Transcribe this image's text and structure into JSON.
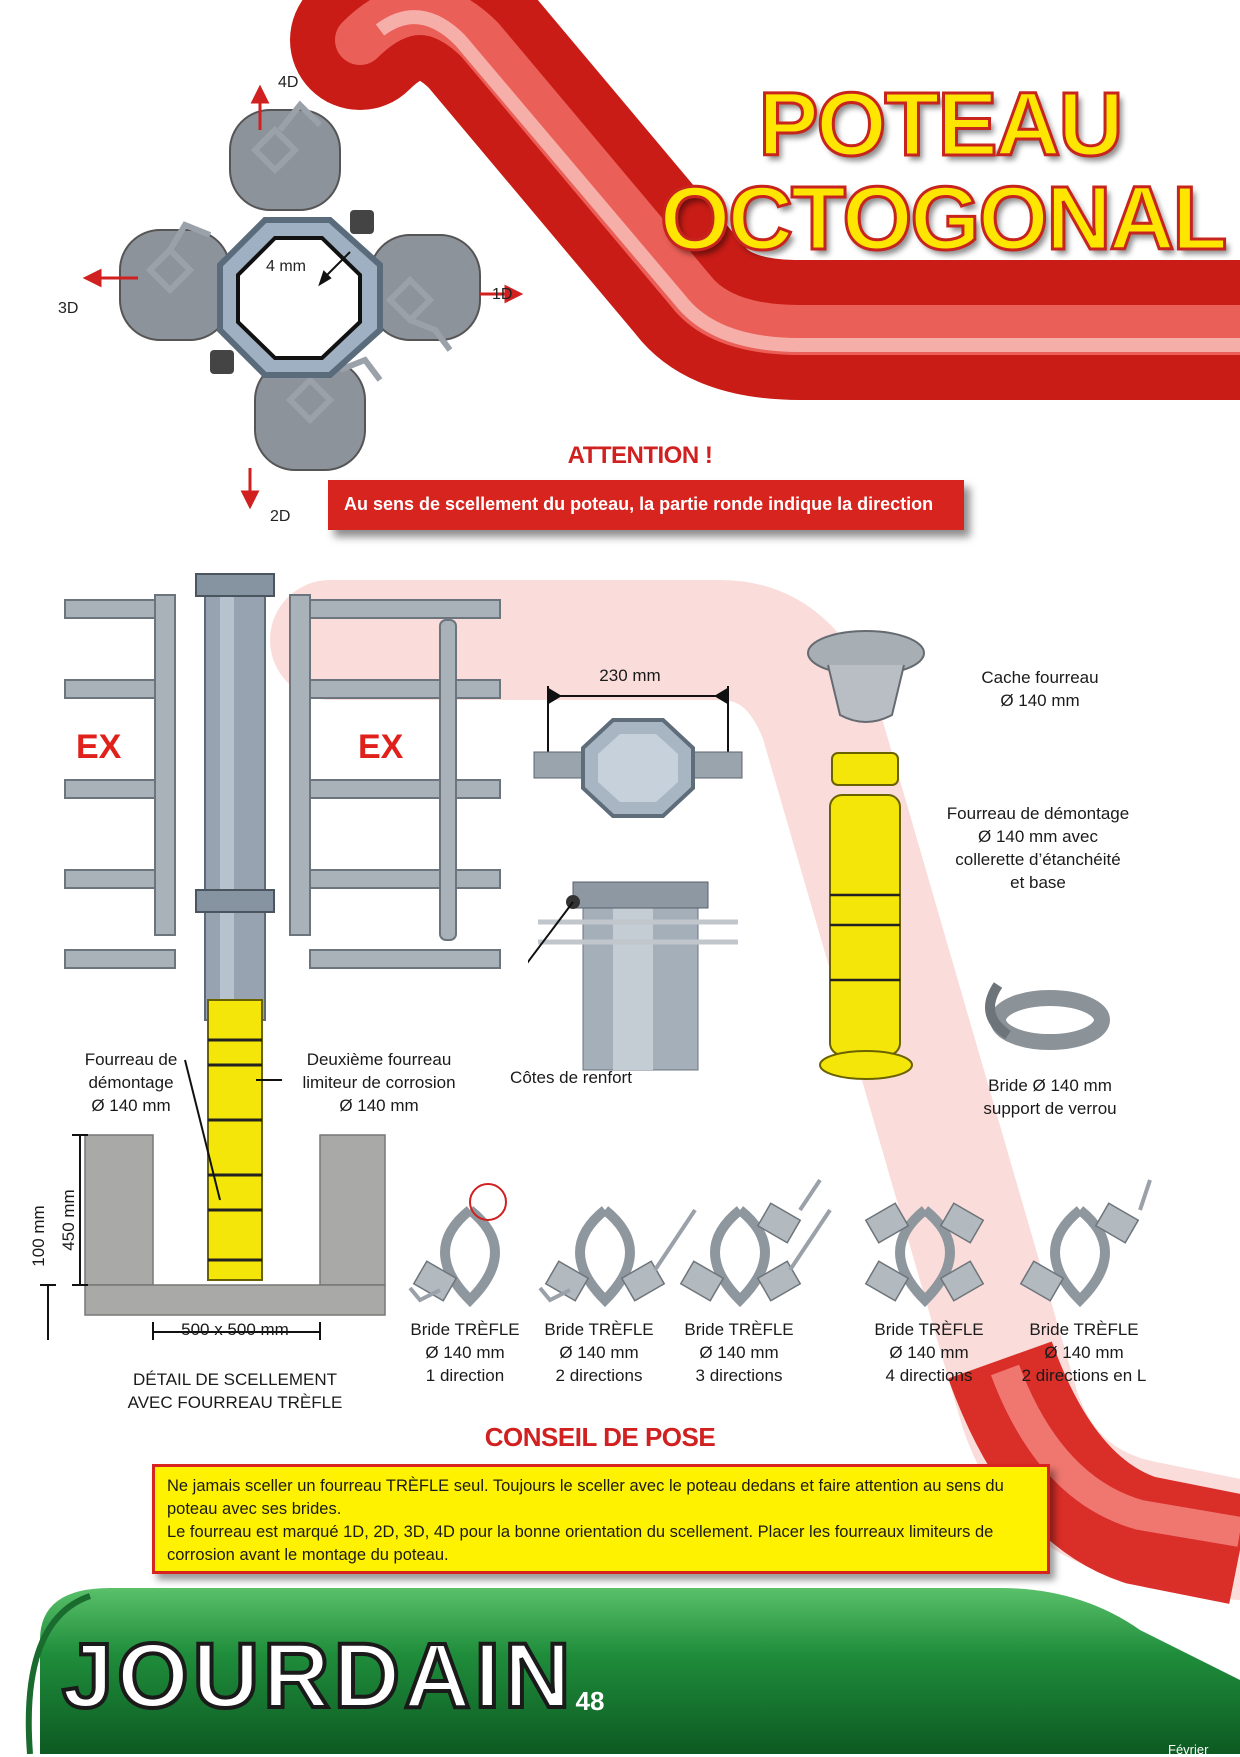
{
  "title": {
    "line1": "POTEAU",
    "line2": "OCTOGONAL"
  },
  "top_diagram": {
    "dir_4d": "4D",
    "dir_3d": "3D",
    "dir_1d": "1D",
    "dir_2d": "2D",
    "thickness": "4 mm"
  },
  "attention": {
    "heading": "ATTENTION !",
    "text": "Au sens de scellement du poteau, la partie ronde indique la direction"
  },
  "gate": {
    "ex_left": "EX",
    "ex_right": "EX"
  },
  "scellement": {
    "fourreau_label": [
      "Fourreau de",
      "démontage",
      "Ø 140 mm"
    ],
    "second_fourreau": [
      "Deuxième fourreau",
      "limiteur de corrosion",
      "Ø 140 mm"
    ],
    "dim_450": "450 mm",
    "dim_100": "100 mm",
    "dim_500": "500 x 500 mm",
    "detail_caption": [
      "DÉTAIL DE SCELLEMENT",
      "AVEC FOURREAU TRÈFLE"
    ]
  },
  "center": {
    "dim_230": "230 mm",
    "cotes_renfort": "Côtes de renfort"
  },
  "right_parts": {
    "cache": [
      "Cache fourreau",
      "Ø 140 mm"
    ],
    "fourreau": [
      "Fourreau de démontage",
      "Ø 140 mm avec",
      "collerette d’étanchéité",
      "et base"
    ],
    "bride_verrou": [
      "Bride Ø 140 mm",
      "support de verrou"
    ]
  },
  "brides": [
    {
      "l1": "Bride TRÈFLE",
      "l2": "Ø 140 mm",
      "l3": "1 direction"
    },
    {
      "l1": "Bride TRÈFLE",
      "l2": "Ø 140 mm",
      "l3": "2 directions"
    },
    {
      "l1": "Bride TRÈFLE",
      "l2": "Ø 140 mm",
      "l3": "3 directions"
    },
    {
      "l1": "Bride TRÈFLE",
      "l2": "Ø 140 mm",
      "l3": "4 directions"
    },
    {
      "l1": "Bride TRÈFLE",
      "l2": "Ø 140 mm",
      "l3": "2 directions en L"
    }
  ],
  "conseil": {
    "heading": "CONSEIL DE POSE",
    "p1": "Ne jamais sceller un fourreau TRÈFLE seul.  Toujours le sceller avec le poteau dedans et faire attention au sens du poteau avec ses brides.",
    "p2": "Le fourreau est marqué 1D, 2D, 3D, 4D pour la bonne orientation du scellement.  Placer les fourreaux limiteurs de corrosion avant le montage du poteau."
  },
  "footer": {
    "brand": "JOURDAIN",
    "page": "48",
    "month": "Février"
  },
  "colors": {
    "red": "#d8241f",
    "yellow": "#fff200",
    "green": "#1e8a3c",
    "steel": "#8e969e"
  }
}
